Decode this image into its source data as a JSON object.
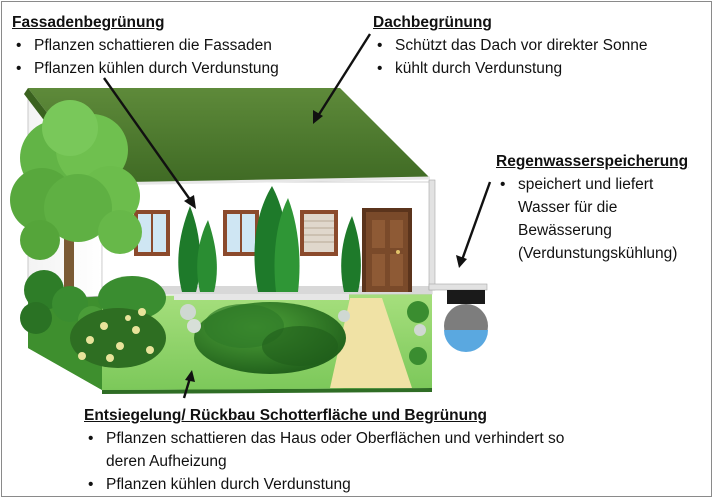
{
  "labels": {
    "fassade": {
      "title": "Fassadenbegrünung",
      "items": [
        "Pflanzen schattieren die Fassaden",
        "Pflanzen kühlen durch Verdunstung"
      ]
    },
    "dach": {
      "title": "Dachbegrünung",
      "items": [
        "Schützt das Dach vor direkter Sonne",
        "kühlt durch Verdunstung"
      ]
    },
    "regen": {
      "title": "Regenwasserspeicherung",
      "items": [
        "speichert und liefert Wasser für die Bewässerung (Verdunstungskühlung)"
      ]
    },
    "entsiegelung": {
      "title": "Entsiegelung/ Rückbau Schotterfläche und Begrünung",
      "items": [
        "Pflanzen schattieren das Haus oder  Oberflächen und verhindert so deren Aufheizung",
        "Pflanzen kühlen durch Verdunstung"
      ]
    }
  },
  "colors": {
    "roof": "#4d7a2c",
    "wall": "#ffffff",
    "lawn": "#8fd36b",
    "ground_dark": "#3e8f2e",
    "path": "#f0e2a5",
    "door": "#7a4a2a",
    "window_frame": "#8b4a2c",
    "water": "#5aa8e0",
    "tank": "#7d7d7d"
  }
}
